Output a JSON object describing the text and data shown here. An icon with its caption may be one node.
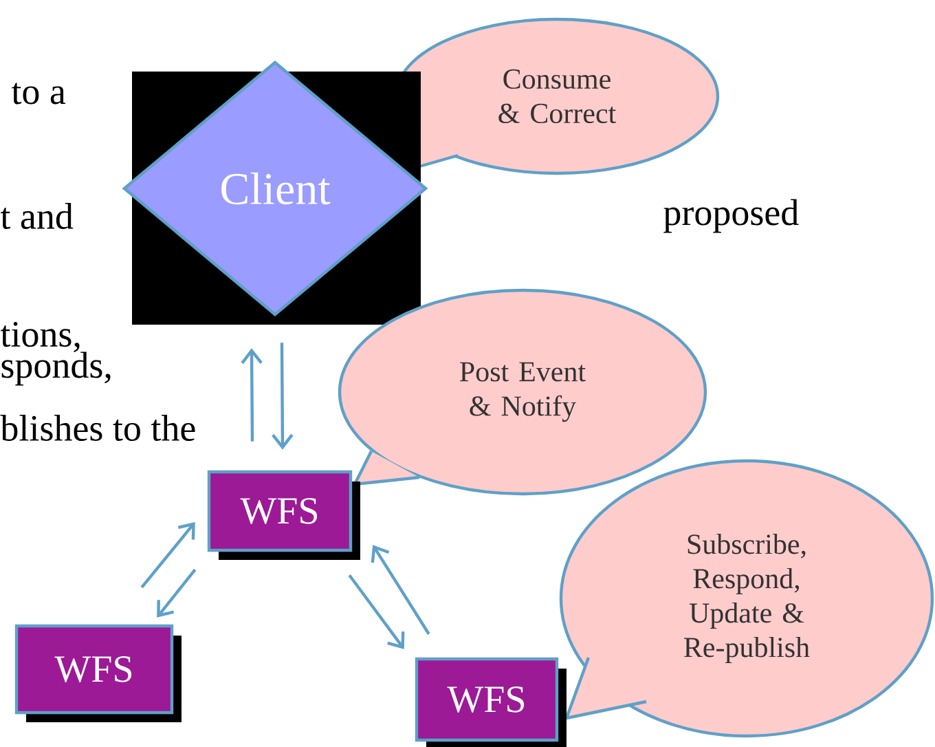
{
  "diagram": {
    "nodes": [
      {
        "text": [
          "Consume & Correct"
        ]
      },
      {
        "text": [
          "Client"
        ]
      },
      {
        "text": [
          "Post Event & Notify"
        ]
      },
      {
        "text": [
          "WFS"
        ]
      },
      {
        "text": [
          "Subscribe, Respond, Update & Re-publish"
        ]
      },
      {
        "text": [
          "WFS"
        ]
      },
      {
        "text": [
          "WFS"
        ]
      }
    ],
    "edges": [
      {
        "from": 3,
        "to": 1,
        "arrow": "to"
      },
      {
        "from": 1,
        "to": 3,
        "arrow": "to"
      },
      {
        "from": 5,
        "to": 3,
        "arrow": "to"
      },
      {
        "from": 3,
        "to": 5,
        "arrow": "to"
      },
      {
        "from": 3,
        "to": 6,
        "arrow": "to"
      },
      {
        "from": 6,
        "to": 3,
        "arrow": "to"
      }
    ],
    "labels": [
      "to a",
      "t and",
      "proposed",
      "tions,",
      "sponds,",
      "blishes to the"
    ]
  }
}
